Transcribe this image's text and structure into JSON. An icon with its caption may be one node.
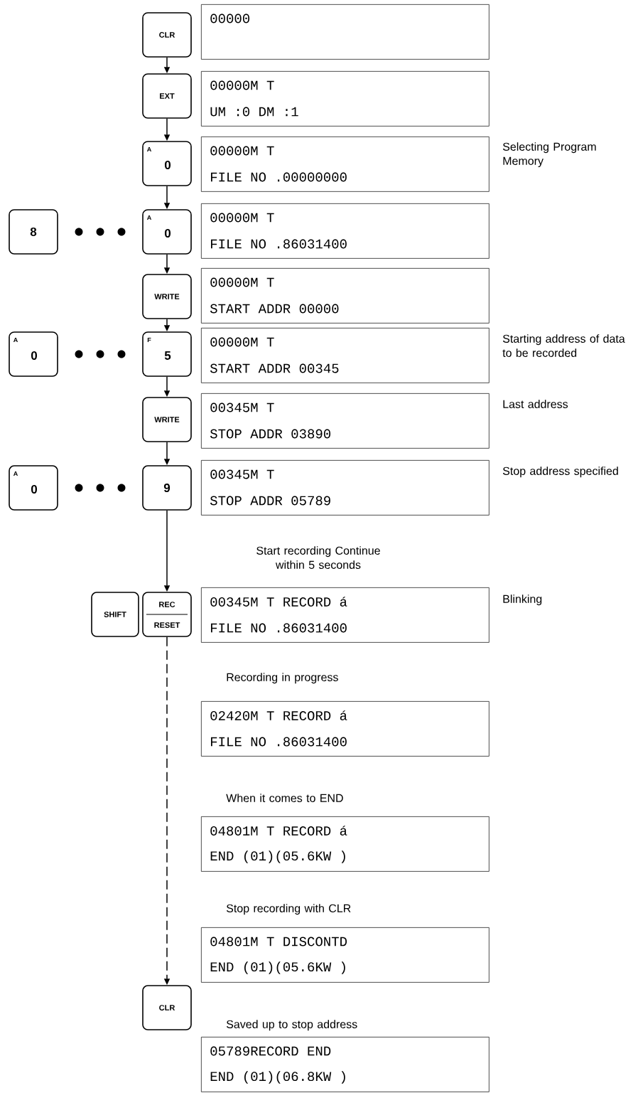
{
  "diagram": {
    "nodes": [
      {
        "text": [
          "CLR"
        ]
      },
      {
        "text": [
          "00000"
        ]
      },
      {
        "text": [
          "EXT"
        ]
      },
      {
        "text": [
          "00000M T",
          "UM :0 DM :1"
        ]
      },
      {
        "text": [
          "A",
          "0"
        ]
      },
      {
        "text": [
          "00000M T",
          "FILE NO .00000000"
        ],
        "beside": [
          "Selecting Program Memory"
        ]
      },
      {
        "text": [
          "8"
        ]
      },
      {
        "text": [
          "A",
          "0"
        ]
      },
      {
        "text": [
          "00000M T",
          "FILE NO .86031400"
        ]
      },
      {
        "text": [
          "WRITE"
        ]
      },
      {
        "text": [
          "00000M T",
          "START ADDR 00000"
        ]
      },
      {
        "text": [
          "A",
          "0"
        ]
      },
      {
        "text": [
          "F",
          "5"
        ]
      },
      {
        "text": [
          "00000M T",
          "START ADDR 00345"
        ],
        "beside": [
          "Starting address of data to be recorded"
        ]
      },
      {
        "text": [
          "WRITE"
        ]
      },
      {
        "text": [
          "00345M T",
          "STOP ADDR 03890"
        ],
        "beside": [
          "Last address"
        ]
      },
      {
        "text": [
          "A",
          "0"
        ]
      },
      {
        "text": [
          "9"
        ]
      },
      {
        "text": [
          "00345M T",
          "STOP ADDR 05789"
        ],
        "beside": [
          "Stop address specified"
        ]
      },
      {
        "text": [
          "SHIFT"
        ]
      },
      {
        "text": [
          "REC",
          "RESET"
        ]
      },
      {
        "text": [
          "00345M T RECORD á",
          "FILE NO .86031400"
        ],
        "beside": [
          "Start recording Continue within 5 seconds",
          "Blinking"
        ]
      },
      {
        "text": [
          "02420M T RECORD á",
          "FILE NO .86031400"
        ],
        "beside": [
          "Recording in progress"
        ]
      },
      {
        "text": [
          "04801M T RECORD á",
          "END (01)(05.6KW )"
        ],
        "beside": [
          "When it comes to END"
        ]
      },
      {
        "text": [
          "CLR"
        ]
      },
      {
        "text": [
          "04801M T DISCONTD",
          "END (01)(05.6KW )"
        ],
        "beside": [
          "Stop recording with CLR"
        ]
      },
      {
        "text": [
          "05789RECORD END",
          "END (01)(06.8KW )"
        ],
        "beside": [
          "Saved up to stop address"
        ]
      }
    ],
    "edges": [
      {
        "from": 0,
        "to": 2,
        "arrow": "to"
      },
      {
        "from": 2,
        "to": 4,
        "arrow": "to"
      },
      {
        "from": 4,
        "to": 7,
        "arrow": "to"
      },
      {
        "from": 7,
        "to": 9,
        "arrow": "to"
      },
      {
        "from": 9,
        "to": 12,
        "arrow": "to"
      },
      {
        "from": 12,
        "to": 14,
        "arrow": "to"
      },
      {
        "from": 14,
        "to": 17,
        "arrow": "to"
      },
      {
        "from": 17,
        "to": 20,
        "arrow": "to"
      },
      {
        "from": 20,
        "to": 24,
        "arrow": "to",
        "style": "dashed"
      }
    ]
  }
}
